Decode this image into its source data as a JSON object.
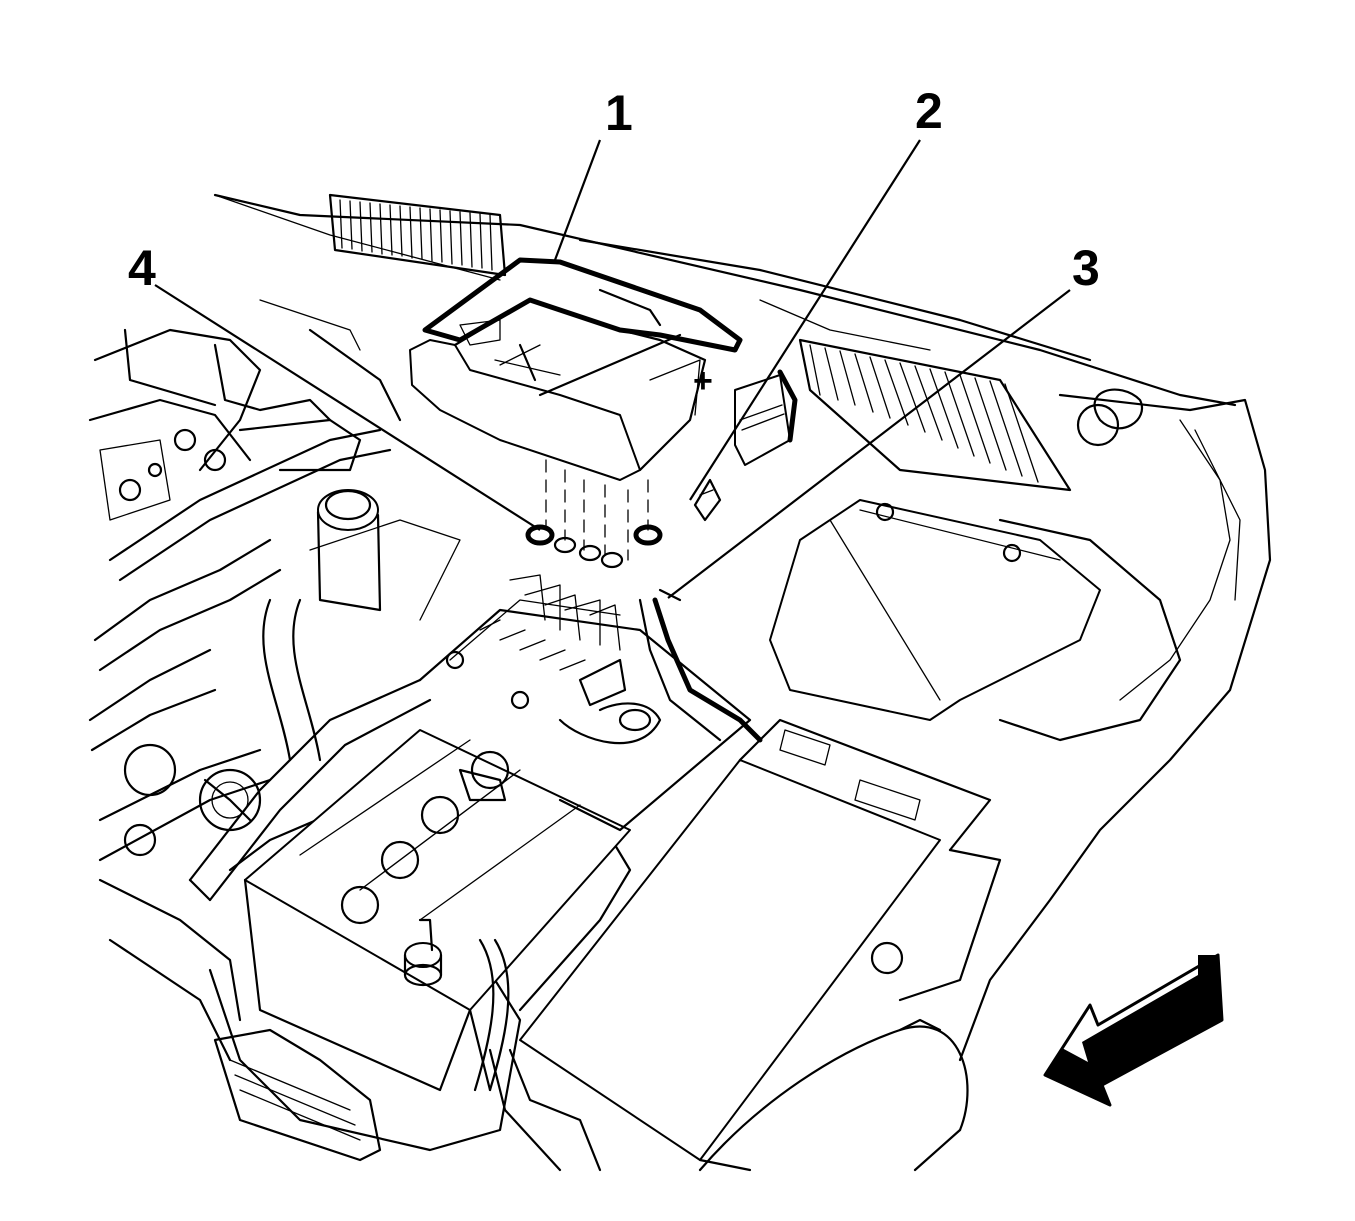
{
  "callouts": [
    {
      "id": "1",
      "label": "1"
    },
    {
      "id": "2",
      "label": "2"
    },
    {
      "id": "3",
      "label": "3"
    },
    {
      "id": "4",
      "label": "4"
    }
  ],
  "cover_marking": "+",
  "view_arrow_icon": "front-direction-arrow-icon",
  "colors": {
    "line": "#000000",
    "background": "#ffffff"
  }
}
